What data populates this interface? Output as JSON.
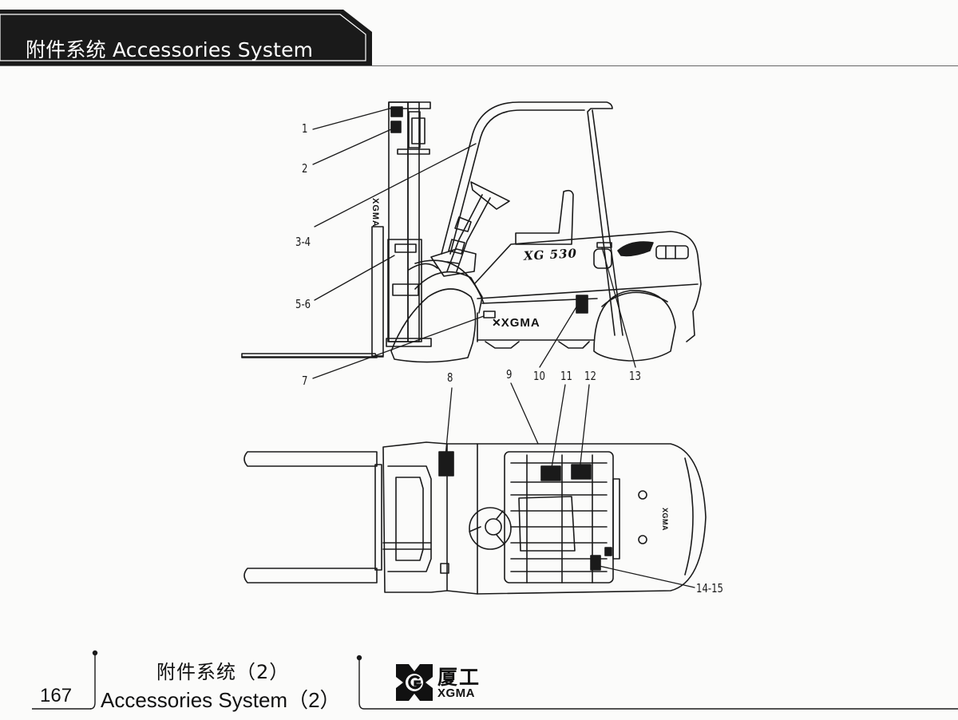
{
  "header": {
    "title": "附件系统  Accessories System"
  },
  "diagram": {
    "side_view": {
      "mast_text": "XGMA",
      "model_text": "XG 530",
      "body_brand_text": "XGMA"
    },
    "top_view": {
      "counterweight_text": "XGMA"
    },
    "callouts": [
      {
        "id": "1",
        "label": "1"
      },
      {
        "id": "2",
        "label": "2"
      },
      {
        "id": "3-4",
        "label": "3-4"
      },
      {
        "id": "5-6",
        "label": "5-6"
      },
      {
        "id": "7",
        "label": "7"
      },
      {
        "id": "8",
        "label": "8"
      },
      {
        "id": "9",
        "label": "9"
      },
      {
        "id": "10",
        "label": "10"
      },
      {
        "id": "11",
        "label": "11"
      },
      {
        "id": "12",
        "label": "12"
      },
      {
        "id": "13",
        "label": "13"
      },
      {
        "id": "14-15",
        "label": "14-15"
      }
    ]
  },
  "footer": {
    "page_number": "167",
    "caption_cn": "附件系统（2）",
    "caption_en": "Accessories System（2）",
    "brand_cn": "厦工",
    "brand_en": "XGMA"
  },
  "colors": {
    "header_bg": "#1a1a1a",
    "header_text": "#ffffff",
    "ink": "#111111",
    "paper": "#fbfbfa"
  }
}
